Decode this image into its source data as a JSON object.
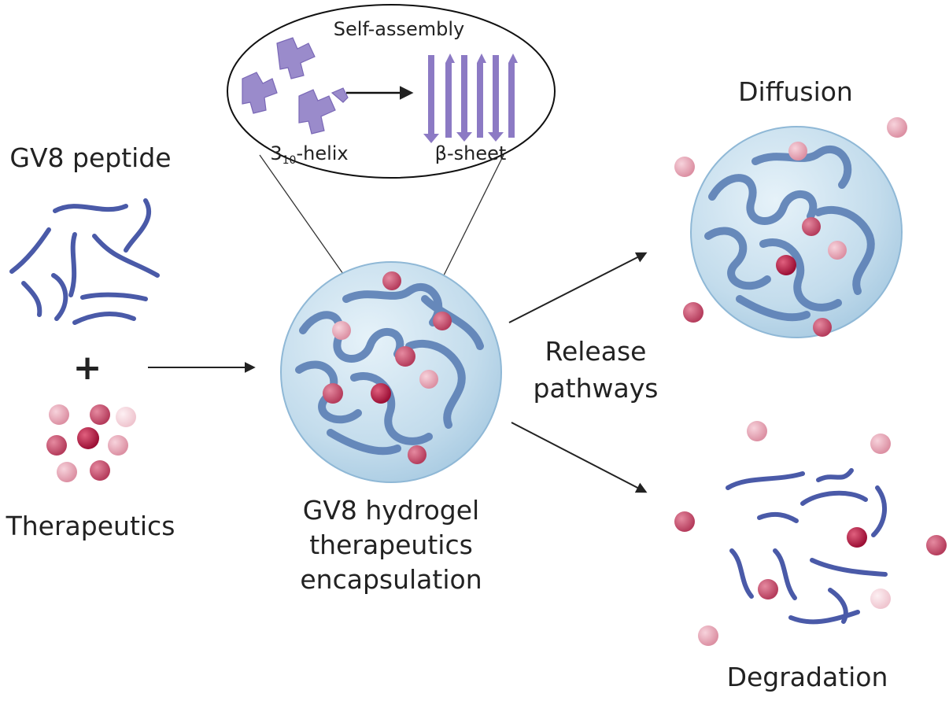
{
  "labels": {
    "gv8_peptide": "GV8 peptide",
    "plus": "+",
    "therapeutics": "Therapeutics",
    "self_assembly": "Self-assembly",
    "helix_prefix": "3",
    "helix_sub": "10",
    "helix_suffix": "-helix",
    "beta_sheet": "β-sheet",
    "hydrogel_line1": "GV8 hydrogel",
    "hydrogel_line2": "therapeutics",
    "hydrogel_line3": "encapsulation",
    "release_line1": "Release",
    "release_line2": "pathways",
    "diffusion": "Diffusion",
    "degradation": "Degradation"
  },
  "colors": {
    "peptide": "#4a5aa8",
    "fiber": "#5b7fb5",
    "gel_fill": "#c9e1ef",
    "gel_stroke": "#8fb8d6",
    "drug_dark": "#b5173f",
    "drug_mid": "#cc4f6c",
    "drug_light": "#e8a2b2",
    "assembly": "#8c7ac4",
    "arrow": "#222222"
  }
}
